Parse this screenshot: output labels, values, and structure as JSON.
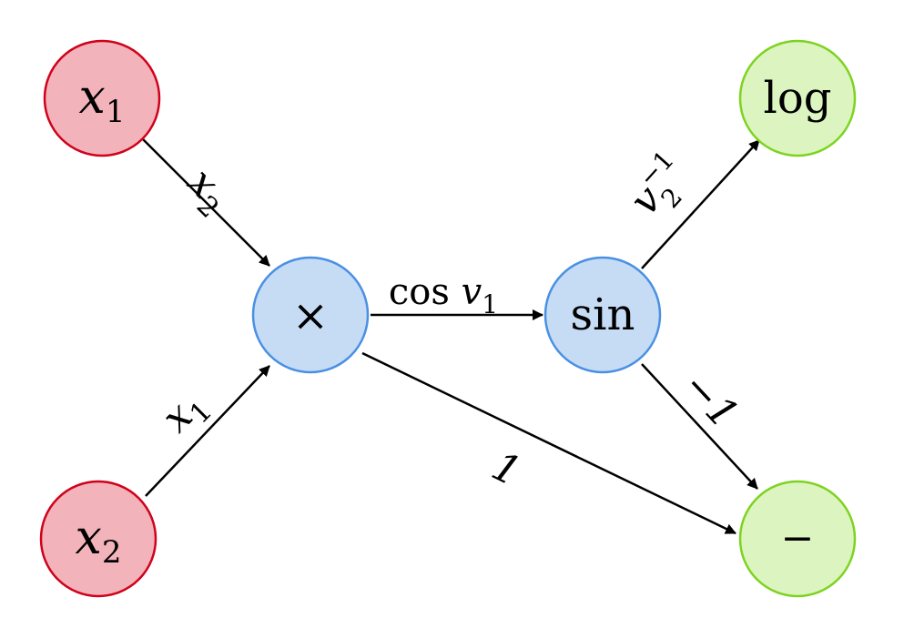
{
  "colors": {
    "input_fill": "#f2b3ba",
    "input_stroke": "#d0021b",
    "op_fill": "#c6dcf5",
    "op_stroke": "#4a90e2",
    "output_fill": "#dcf5c0",
    "output_stroke": "#7ed321",
    "edge": "#000000"
  },
  "nodes": {
    "input_x1": {
      "base": "x",
      "sub": "1"
    },
    "input_x2": {
      "base": "x",
      "sub": "2"
    },
    "multiply": {
      "label": "×"
    },
    "sin": {
      "label": "sin"
    },
    "log": {
      "label": "log"
    },
    "minus": {
      "label": "−"
    }
  },
  "edges": {
    "x1_to_multiply": {
      "base": "x",
      "sub": "2"
    },
    "x2_to_multiply": {
      "base": "x",
      "sub": "1"
    },
    "multiply_to_sin": {
      "prefix": "cos ",
      "base": "v",
      "sub": "1"
    },
    "multiply_to_minus": {
      "label": "1"
    },
    "sin_to_log": {
      "base": "v",
      "sub": "2",
      "sup": "−1"
    },
    "sin_to_minus": {
      "label": "−1"
    }
  }
}
